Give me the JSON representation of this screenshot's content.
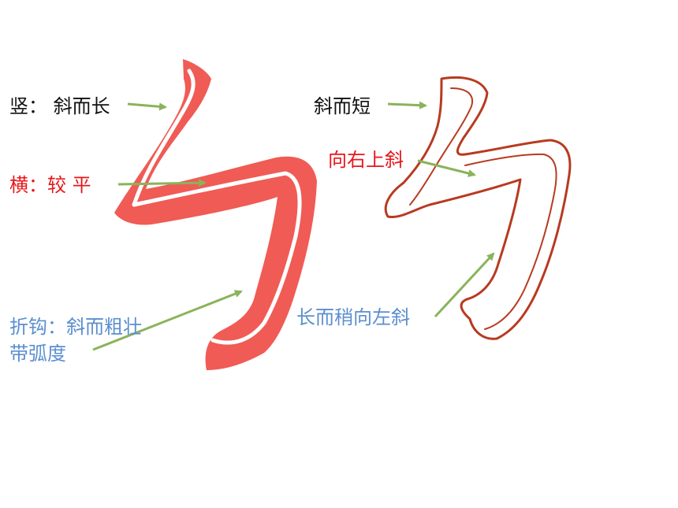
{
  "colors": {
    "black": "#111111",
    "red": "#e8161b",
    "blue": "#5b8fcf",
    "arrow": "#8ab35a",
    "stroke_fill": "#f05b55",
    "outline": "#b83a20"
  },
  "left_labels": {
    "vertical": "竖：  斜而长",
    "horizontal": "横：较  平",
    "hook_line1": "折钩：斜而粗壮",
    "hook_line2": "带弧度"
  },
  "right_labels": {
    "vertical": "斜而短",
    "horizontal": "向右上斜",
    "hook": "长而稍向左斜"
  }
}
